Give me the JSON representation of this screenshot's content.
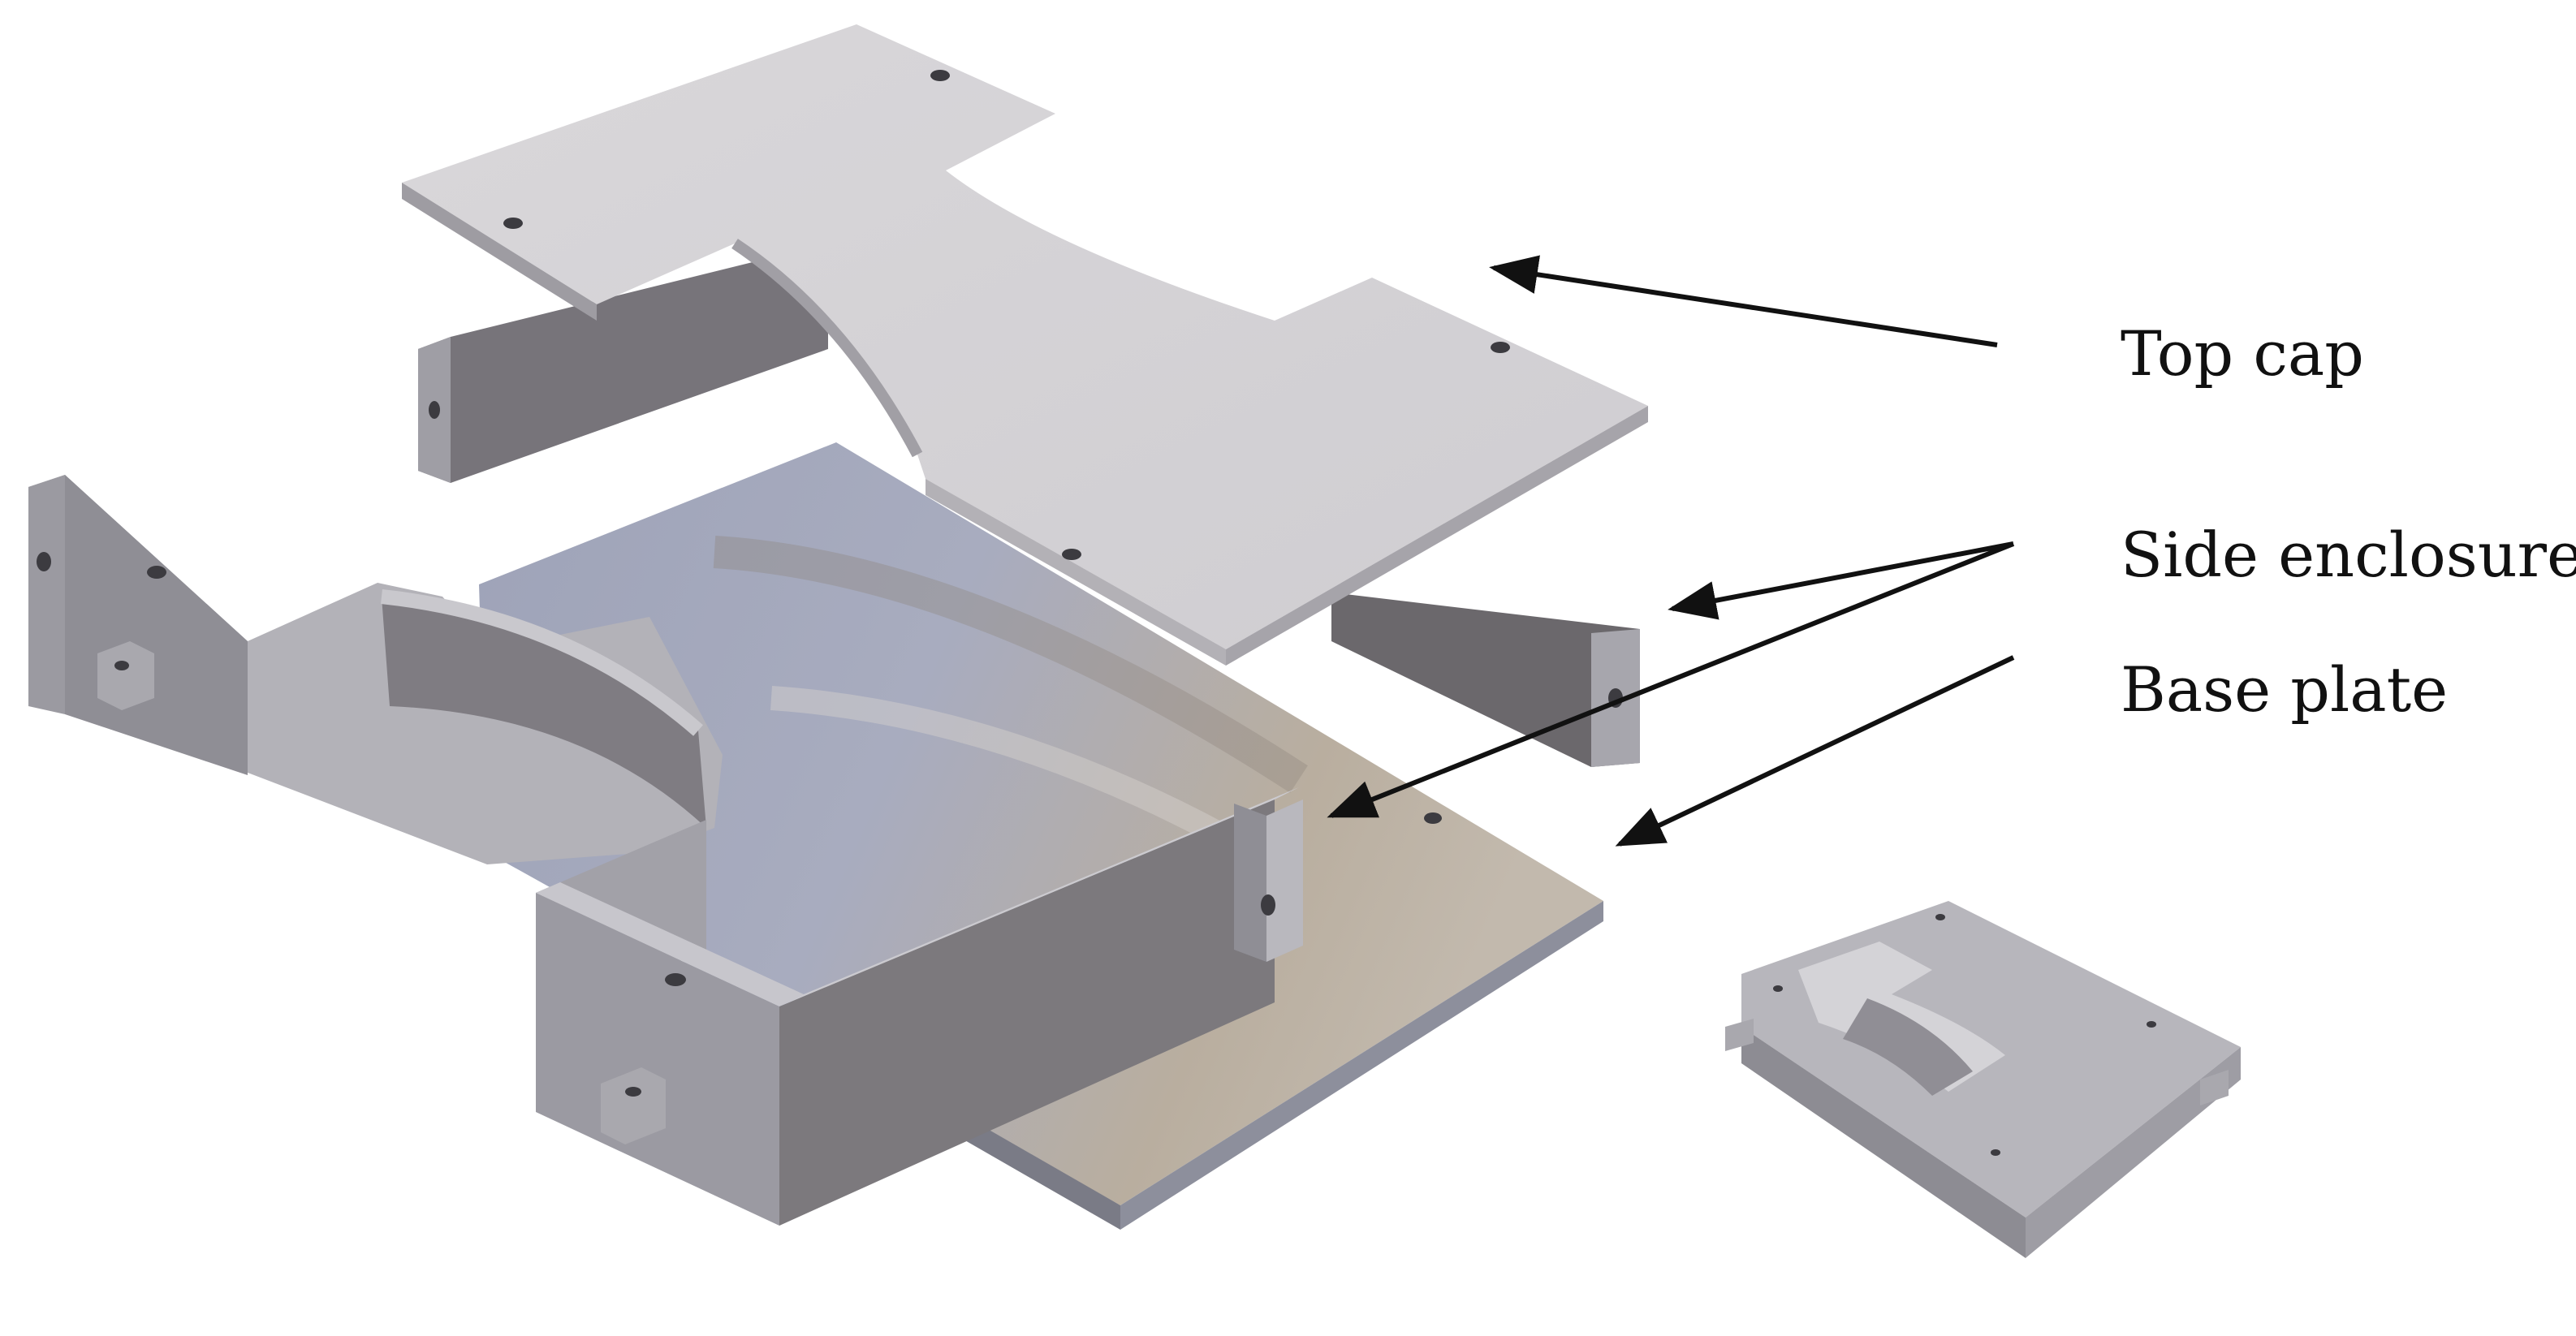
{
  "labels": {
    "top_cap": "Top cap",
    "side_enclosure": "Side enclosure",
    "base_plate": "Base plate"
  },
  "colors": {
    "part_top": "#d4d2d6",
    "part_side_light": "#a9a8ae",
    "part_side_dark": "#6f6c70",
    "base_top": "#a7abbd",
    "base_warm": "#b9ada0",
    "arrow": "#111111"
  }
}
